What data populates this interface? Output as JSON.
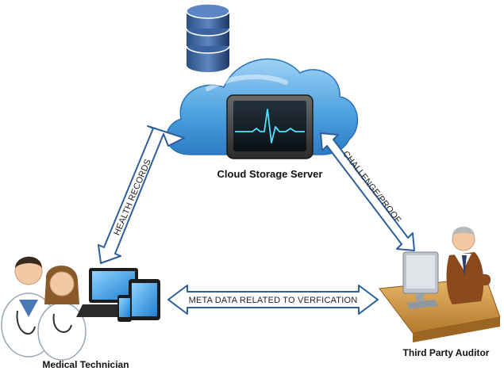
{
  "nodes": {
    "cloud": {
      "label": "Cloud Storage Server"
    },
    "technician": {
      "label": "Medical Technician"
    },
    "auditor": {
      "label": "Third Party Auditor"
    }
  },
  "edges": {
    "health_records": "HEALTH RECORDS",
    "challenge_proof": "CHALLENGE/PROOF",
    "meta_data": "META DATA RELATED TO VERFICATION"
  },
  "colors": {
    "cloud_fill": "#4fa3e0",
    "arrow_fill": "#ffffff",
    "arrow_stroke": "#2e5f9a",
    "ecg_line": "#4de0ff",
    "database": "#1f3f70"
  }
}
